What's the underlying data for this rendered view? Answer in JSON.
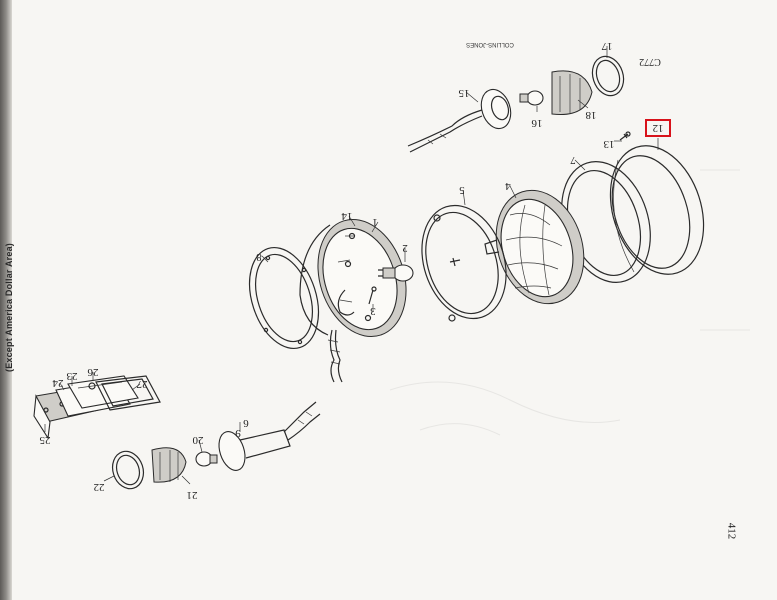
{
  "page": {
    "side_caption": "(Except America Dollar Area)",
    "page_number": "412",
    "drawing_code": "C772",
    "credit": "COLLINS-JONES"
  },
  "highlight": {
    "label": "12",
    "color": "#d8121a"
  },
  "callouts": {
    "c1": "1",
    "c2": "2",
    "c3": "3",
    "c4": "4",
    "c5": "5",
    "c6": "6",
    "c7": "7",
    "c8": "8",
    "c9": "9",
    "c13": "13",
    "c14": "14",
    "c15": "15",
    "c16": "16",
    "c17": "17",
    "c18": "18",
    "c20": "20",
    "c21": "21",
    "c22": "22",
    "c23": "23",
    "c24": "24",
    "c25": "25",
    "c26": "26",
    "c27": "27"
  }
}
